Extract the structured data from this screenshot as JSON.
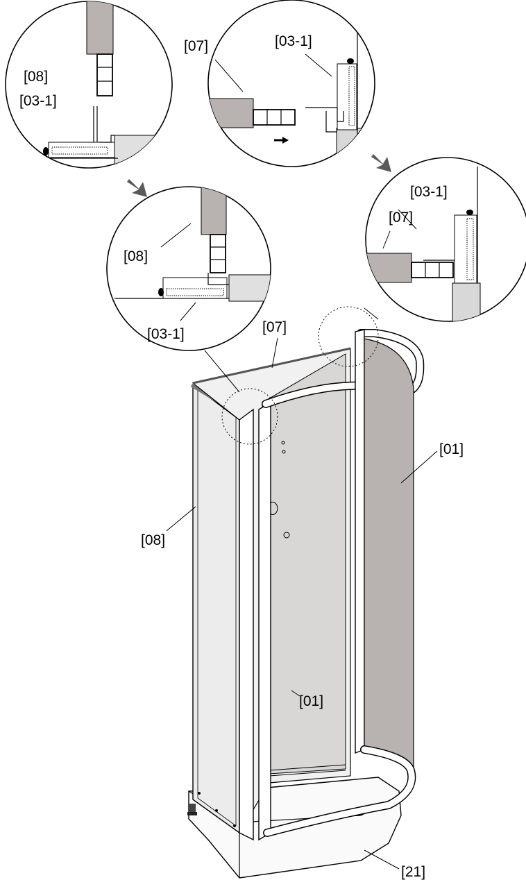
{
  "labels": {
    "c1_08": "[08]",
    "c1_031": "[03-1]",
    "c2_07": "[07]",
    "c2_031": "[03-1]",
    "c3_08": "[08]",
    "c3_031": "[03-1]",
    "c4_031": "[03-1]",
    "c4_07": "[07]",
    "m_07": "[07]",
    "m_01_right": "[01]",
    "m_08": "[08]",
    "m_01_center": "[01]",
    "m_21": "[21]"
  },
  "colors": {
    "line": "#000000",
    "gray_panel": "#b8b3b0",
    "light_panel": "#ececec",
    "frame": "#f7f7f7",
    "arrow": "#5a5a5a"
  }
}
